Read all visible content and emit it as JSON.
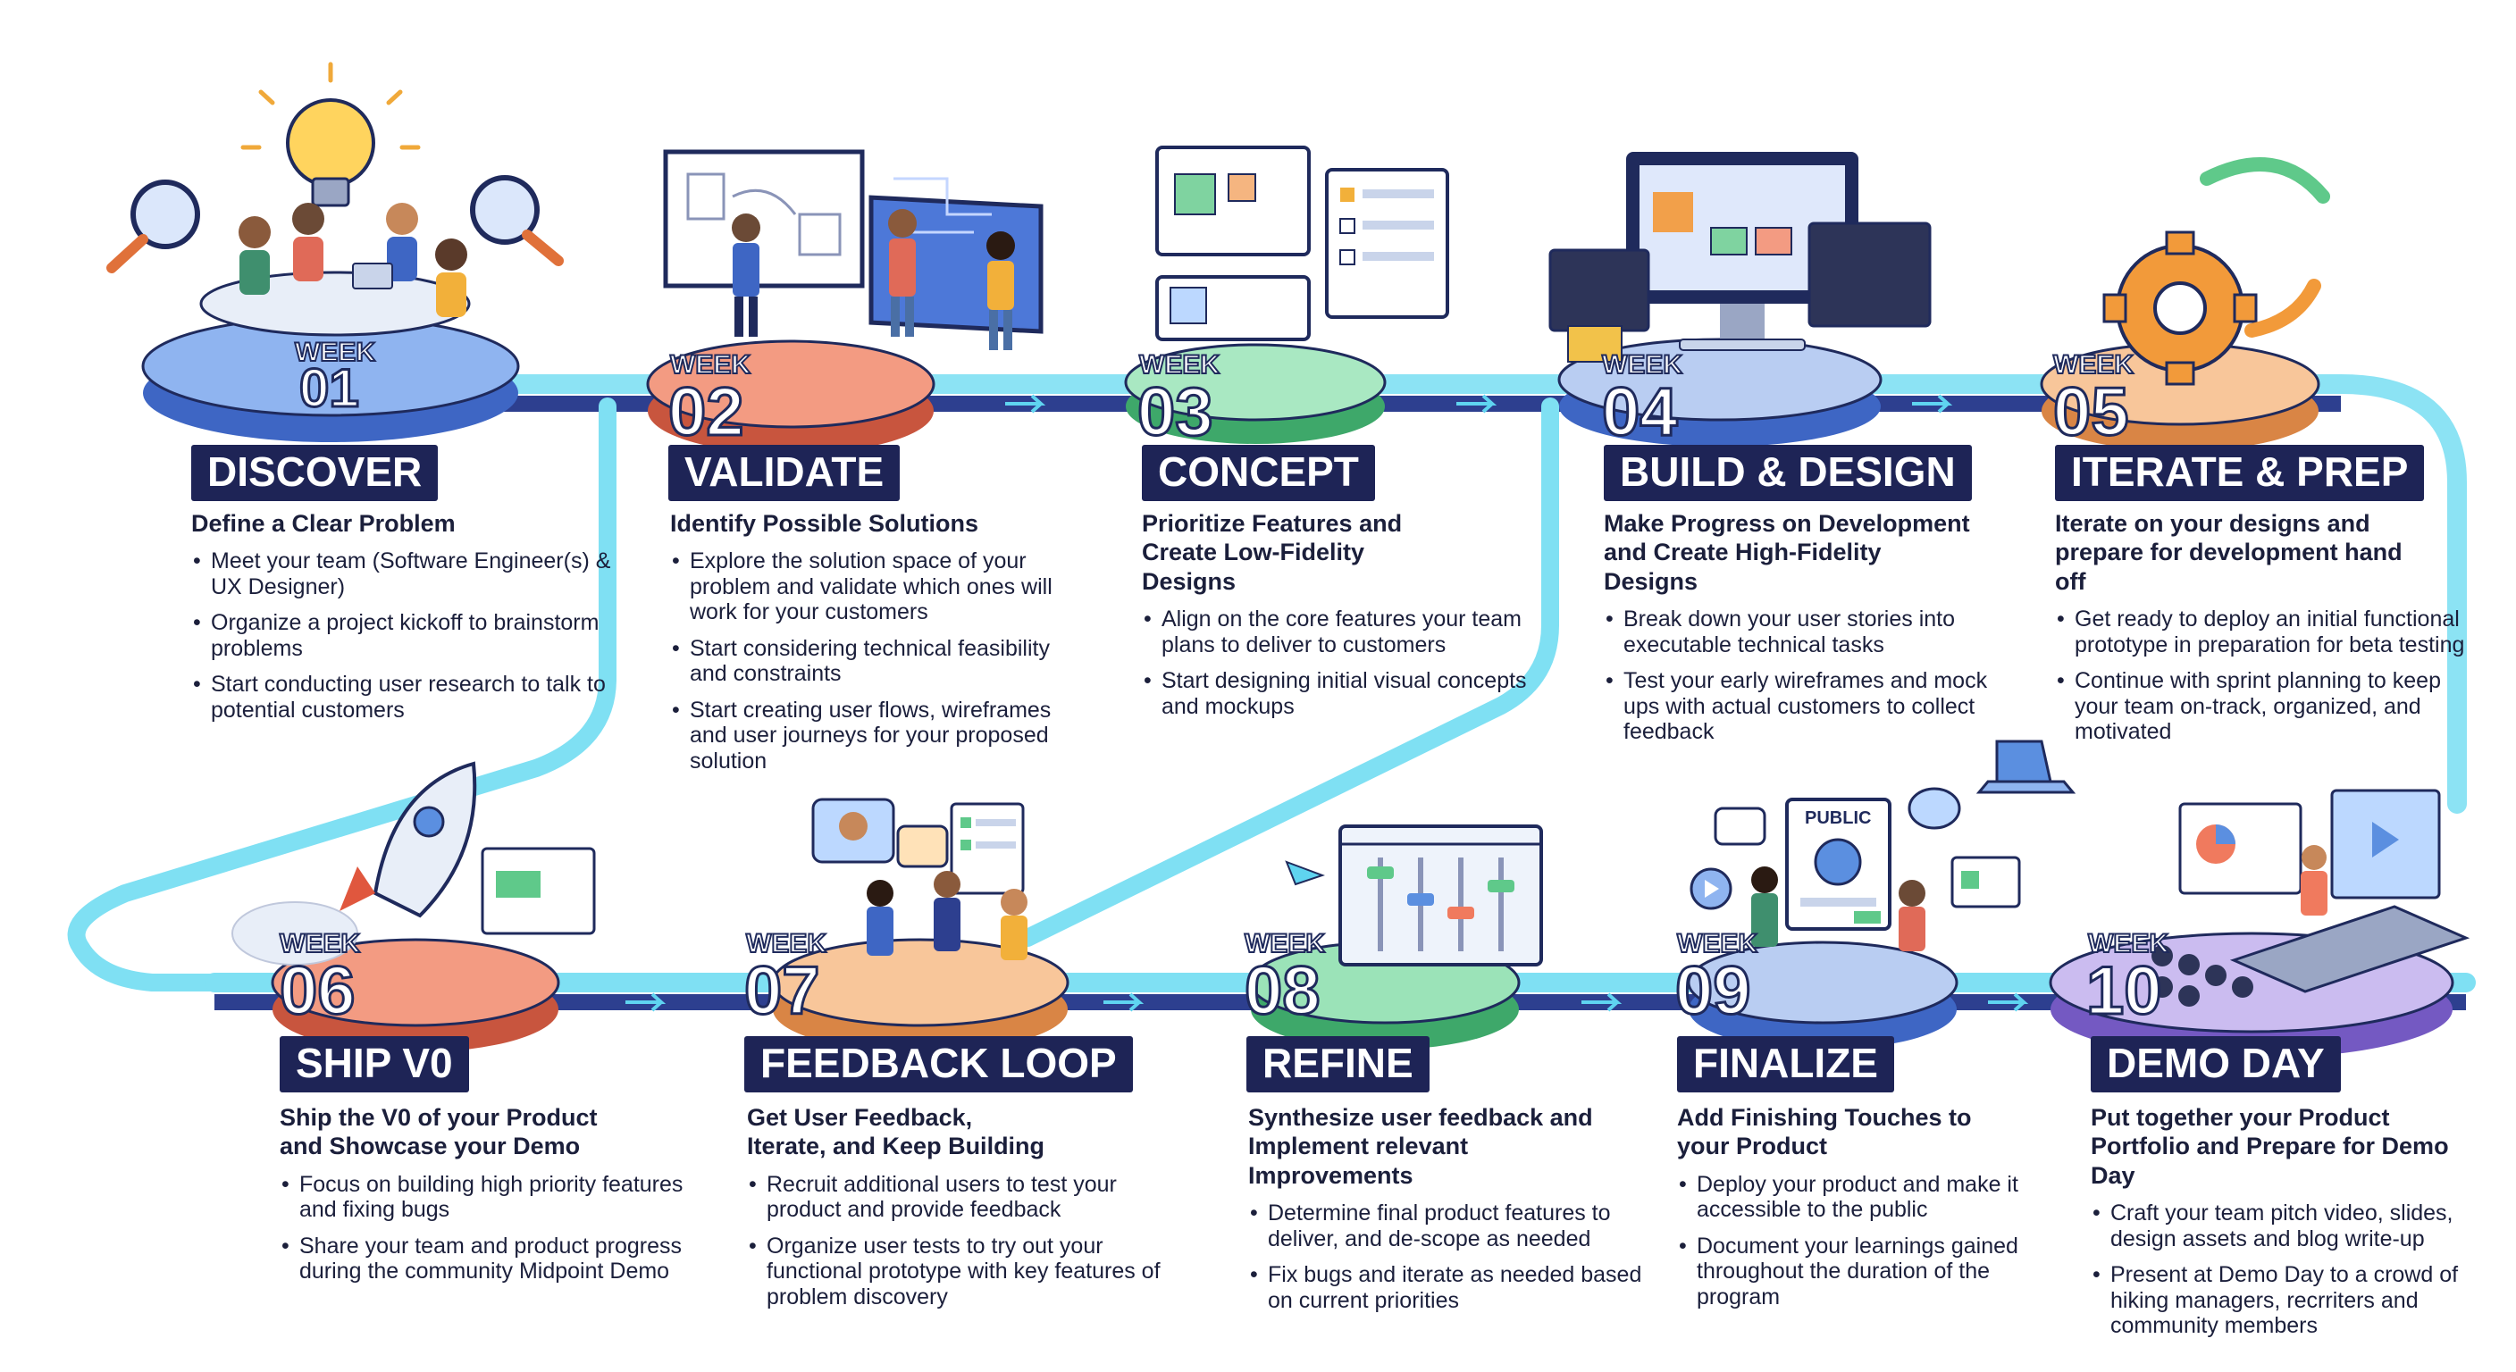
{
  "diagram": {
    "week_word": "WEEK",
    "phases": [
      {
        "week": "01",
        "title": "DISCOVER",
        "subtitle": "Define a Clear Problem",
        "bullets": [
          "Meet your team (Software Engineer(s) & UX Designer)",
          "Organize a project kickoff to brainstorm problems",
          "Start conducting user research to talk to potential customers"
        ]
      },
      {
        "week": "02",
        "title": "VALIDATE",
        "subtitle": "Identify Possible Solutions",
        "bullets": [
          "Explore the solution space of your problem and validate which ones will work for your customers",
          "Start considering technical feasibility and constraints",
          "Start creating user flows, wireframes and user journeys for your proposed solution"
        ]
      },
      {
        "week": "03",
        "title": "CONCEPT",
        "subtitle": "Prioritize Features and Create Low-Fidelity Designs",
        "bullets": [
          "Align on the core features your team plans to deliver to customers",
          "Start designing initial visual concepts and mockups"
        ]
      },
      {
        "week": "04",
        "title": "BUILD & DESIGN",
        "subtitle": "Make Progress on Development and Create High-Fidelity Designs",
        "bullets": [
          "Break down your user stories into executable technical tasks",
          "Test your early wireframes and mock ups with actual customers to collect feedback"
        ]
      },
      {
        "week": "05",
        "title": "ITERATE & PREP",
        "subtitle": "Iterate on your designs and prepare for development hand off",
        "bullets": [
          "Get ready to deploy an initial functional prototype in preparation for beta testing",
          "Continue with sprint planning to keep your team on-track, organized, and motivated"
        ]
      },
      {
        "week": "06",
        "title": "SHIP V0",
        "subtitle": "Ship the V0 of your Product and Showcase your Demo",
        "bullets": [
          "Focus on building high priority features and fixing bugs",
          "Share your team and product progress during the community Midpoint Demo"
        ]
      },
      {
        "week": "07",
        "title": "FEEDBACK LOOP",
        "subtitle": "Get User Feedback, Iterate, and Keep Building",
        "bullets": [
          "Recruit additional users to test your product and provide feedback",
          "Organize user tests to try out your functional prototype with key features of problem discovery"
        ]
      },
      {
        "week": "08",
        "title": "REFINE",
        "subtitle": "Synthesize user feedback and Implement relevant Improvements",
        "bullets": [
          "Determine final product features to deliver, and de-scope as needed",
          "Fix bugs and iterate as needed based on current priorities"
        ]
      },
      {
        "week": "09",
        "title": "FINALIZE",
        "subtitle": "Add Finishing Touches to your Product",
        "bullets": [
          "Deploy your product and make it accessible to the public",
          "Document your learnings gained throughout the duration of the program"
        ]
      },
      {
        "week": "10",
        "title": "DEMO DAY",
        "subtitle": "Put together your Product Portfolio and Prepare for Demo Day",
        "bullets": [
          "Craft your team pitch video, slides, design assets and blog write-up",
          "Present at Demo Day to a crowd of hiking managers, recrriters and community members"
        ]
      }
    ],
    "illustration_labels": {
      "public_sign": "PUBLIC"
    },
    "colors": {
      "track": "#2d3f8f",
      "track_glow": "#5fd4f0",
      "title_bg": "#1e2456",
      "platform_week01": "#5b8fe0",
      "platform_week02": "#f07a5e",
      "platform_week03": "#6fd39a",
      "platform_week04": "#5b8fe0",
      "platform_week05": "#f2a66a",
      "platform_week06": "#f07a5e",
      "platform_week07": "#f2a66a",
      "platform_week08": "#4fc98a",
      "platform_week09": "#5b8fe0",
      "platform_week10": "#9a7fdc"
    },
    "icons": [
      "lightbulb-icon",
      "magnifier-icon",
      "whiteboard-icon",
      "wireframe-icon",
      "monitor-icon",
      "gear-icon",
      "cycle-arrows-icon",
      "rocket-icon",
      "chat-icon",
      "sliders-icon",
      "public-document-icon",
      "laptop-icon",
      "stage-icon"
    ]
  }
}
